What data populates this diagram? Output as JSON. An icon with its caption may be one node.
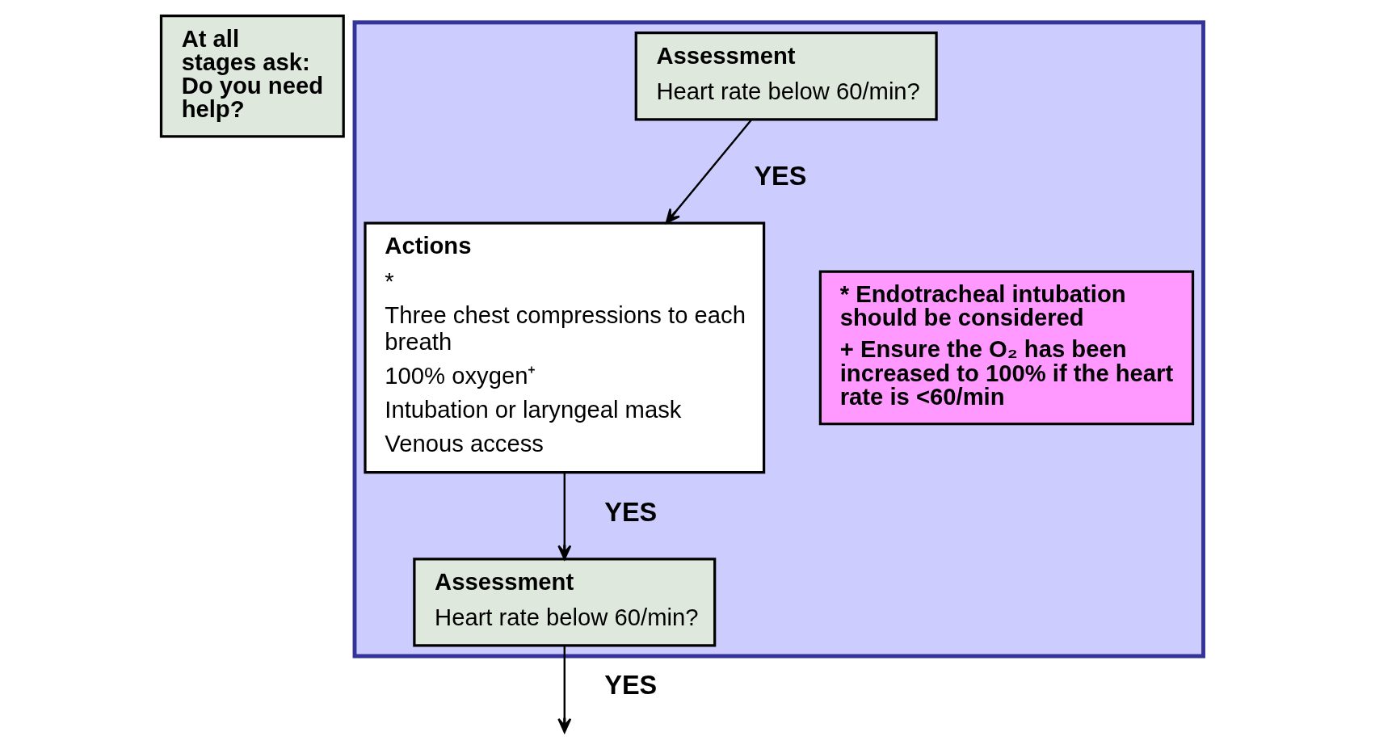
{
  "diagram": {
    "nodes": [
      {
        "text": [
          "At all stages ask: Do you need help?"
        ]
      },
      {
        "text": [],
        "shape": "box"
      },
      {
        "text": [
          "Assessment",
          "Heart rate below 60/min?"
        ],
        "in": 1
      },
      {
        "text": [
          "Actions",
          "*",
          "Three chest compressions to each breath",
          "100% oxygen⁺",
          "Intubation or laryngeal mask",
          "Venous access"
        ],
        "in": 1
      },
      {
        "text": [
          "Assessment",
          "Heart rate below 60/min?"
        ],
        "in": 1
      },
      {
        "text": [
          "* Endotracheal intubation should be considered",
          "+ Ensure the O₂ has been increased to 100% if the heart rate is <60/min"
        ],
        "in": 1
      }
    ],
    "edges": [
      {
        "from": 2,
        "to": 3,
        "arrow": "to",
        "label": "YES"
      },
      {
        "from": 3,
        "to": 4,
        "arrow": "to",
        "label": "YES"
      },
      {
        "from": 4,
        "to": null,
        "arrow": "to",
        "label": "YES"
      }
    ]
  }
}
